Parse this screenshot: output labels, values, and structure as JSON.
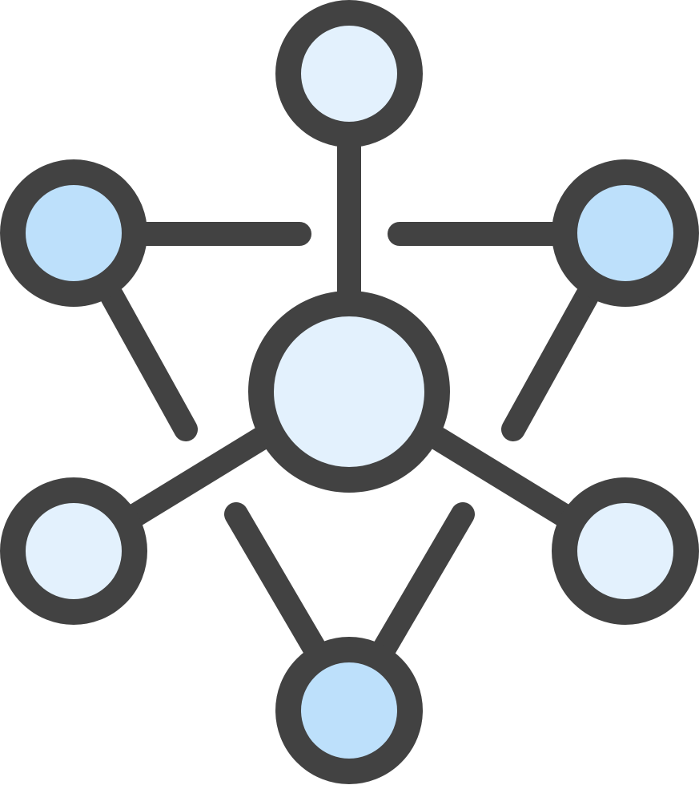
{
  "icon": {
    "name": "network-hub-icon",
    "colors": {
      "stroke": "#424242",
      "fill_light": "#e3f1fd",
      "fill_medium": "#bde0fb",
      "background": "#ffffff"
    },
    "nodes": [
      {
        "name": "node-top",
        "fill": "light"
      },
      {
        "name": "node-upper-left",
        "fill": "medium"
      },
      {
        "name": "node-upper-right",
        "fill": "medium"
      },
      {
        "name": "node-center",
        "fill": "light"
      },
      {
        "name": "node-lower-left",
        "fill": "light"
      },
      {
        "name": "node-lower-right",
        "fill": "light"
      },
      {
        "name": "node-bottom",
        "fill": "medium"
      }
    ]
  }
}
